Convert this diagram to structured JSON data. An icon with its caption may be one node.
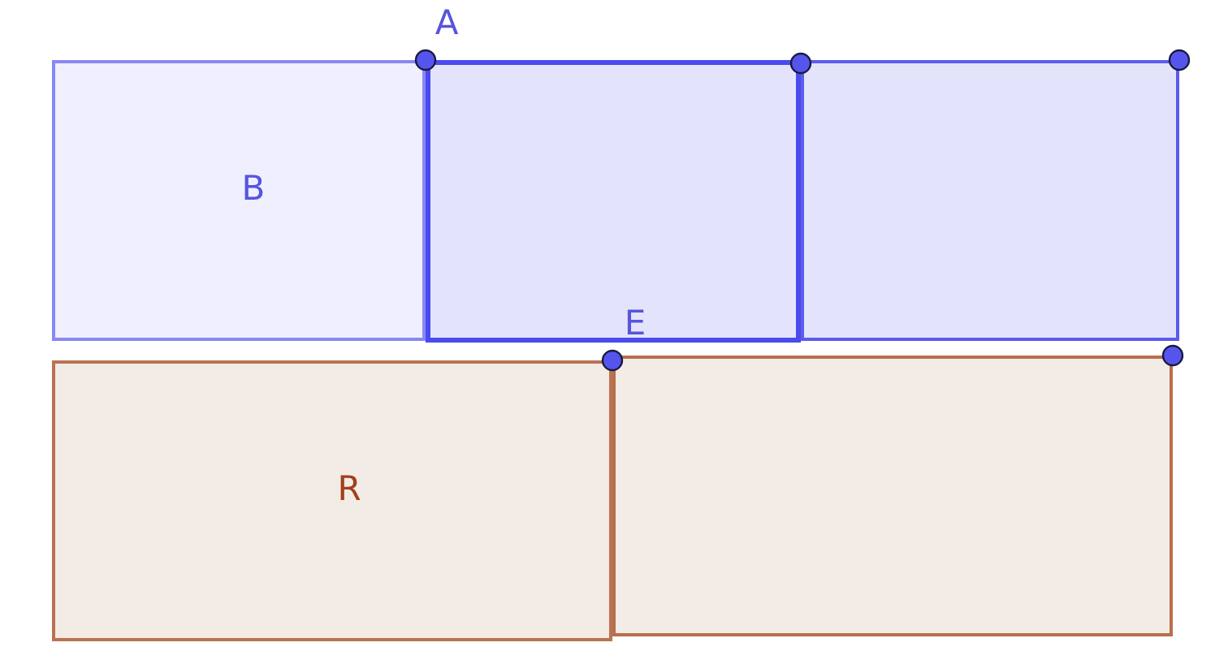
{
  "diagram": {
    "nodes": [
      {
        "text": [
          "B"
        ]
      },
      {
        "text": [],
        "shape": "box"
      },
      {
        "text": [],
        "shape": "box"
      },
      {
        "text": [
          "R"
        ]
      },
      {
        "text": [],
        "shape": "box"
      }
    ],
    "labels": [
      "A",
      "E"
    ]
  }
}
